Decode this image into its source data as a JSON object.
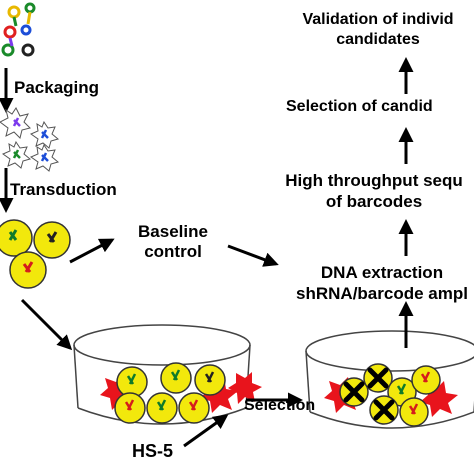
{
  "left_column": {
    "packaging_label": "Packaging",
    "transduction_label": "Transduction"
  },
  "middle": {
    "baseline_line1": "Baseline",
    "baseline_line2": "control",
    "hs5_label": "HS-5",
    "selection_label": "Selection"
  },
  "right_column": {
    "validation_line1": "Validation of individ",
    "validation_line2": "candidates",
    "selection_candidates": "Selection of candid",
    "hts_line1": "High throughput sequ",
    "hts_line2": "of barcodes",
    "dna_line1": "DNA extraction",
    "dna_line2": "shRNA/barcode ampl"
  },
  "colors": {
    "cell_fill": "#f2e80c",
    "cell_stroke": "#333333",
    "dish_stroke": "#444444",
    "stroma_red": "#e8141c",
    "arrow": "#000000",
    "plasmid_red": "#e02020",
    "plasmid_green": "#1a8a2a",
    "plasmid_blue": "#1d4ed8",
    "plasmid_purple": "#7c3aed",
    "dna_red": "#d51c1c",
    "dna_green": "#0f7a2a",
    "dead_mark": "#000000"
  },
  "icons": [
    "plasmid-icon",
    "virus-particle-icon",
    "cell-icon",
    "culture-dish-icon",
    "stroma-star-icon",
    "dead-cell-x-icon",
    "arrow-icon"
  ]
}
